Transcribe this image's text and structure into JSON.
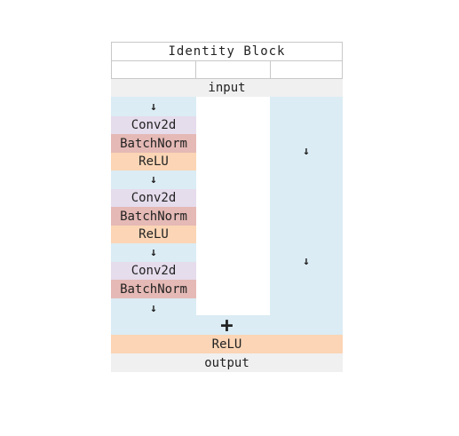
{
  "title": "Identity Block",
  "input_label": "input",
  "output_label": "output",
  "plus_symbol": "+",
  "arrow_symbol": "↓",
  "layers": {
    "conv1": "Conv2d",
    "bn1": "BatchNorm",
    "relu1": "ReLU",
    "conv2": "Conv2d",
    "bn2": "BatchNorm",
    "relu2": "ReLU",
    "conv3": "Conv2d",
    "bn3": "BatchNorm"
  },
  "final_relu": "ReLU",
  "colors": {
    "skip_path": "#dbecf4",
    "conv": "#e5dcec",
    "batchnorm": "#e5b9b5",
    "relu": "#fbd5b5",
    "io": "#f0f0f0"
  }
}
